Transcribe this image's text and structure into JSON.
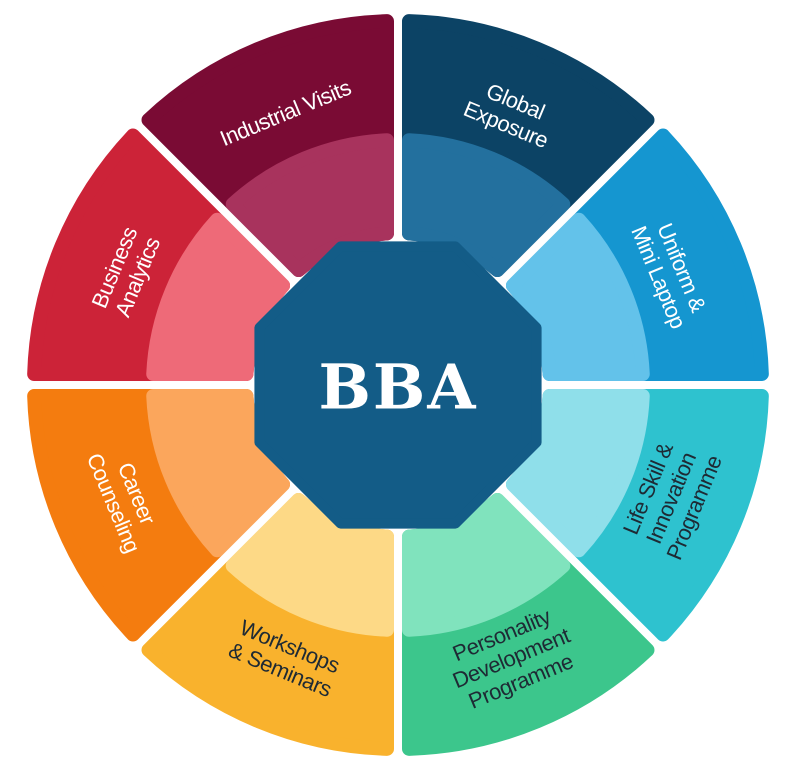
{
  "center": {
    "label": "BBA",
    "fill": "#135c87",
    "text_color": "#ffffff"
  },
  "segments": [
    {
      "lines": [
        "Industrial Visits"
      ],
      "outer": "#7a0b34",
      "inner": "#a8335d",
      "text": "#ffffff"
    },
    {
      "lines": [
        "Global",
        "Exposure"
      ],
      "outer": "#0c4365",
      "inner": "#23709e",
      "text": "#ffffff"
    },
    {
      "lines": [
        "Uniform &",
        "Mini Laptop"
      ],
      "outer": "#1596d0",
      "inner": "#63c2ea",
      "text": "#ffffff"
    },
    {
      "lines": [
        "Life Skill &",
        "Innovation",
        "Programme"
      ],
      "outer": "#2ec2cf",
      "inner": "#8fdfea",
      "text": "#1e2a34"
    },
    {
      "lines": [
        "Personality",
        "Development",
        "Programme"
      ],
      "outer": "#3cc68c",
      "inner": "#80e3bd",
      "text": "#1e2a34"
    },
    {
      "lines": [
        "Workshops",
        "& Seminars"
      ],
      "outer": "#f9b22d",
      "inner": "#fdd986",
      "text": "#1e2a34"
    },
    {
      "lines": [
        "Career",
        "Counseling"
      ],
      "outer": "#f47c0f",
      "inner": "#fba65c",
      "text": "#ffffff"
    },
    {
      "lines": [
        "Business",
        "Analytics"
      ],
      "outer": "#cc2338",
      "inner": "#ee6a78",
      "text": "#ffffff"
    }
  ]
}
